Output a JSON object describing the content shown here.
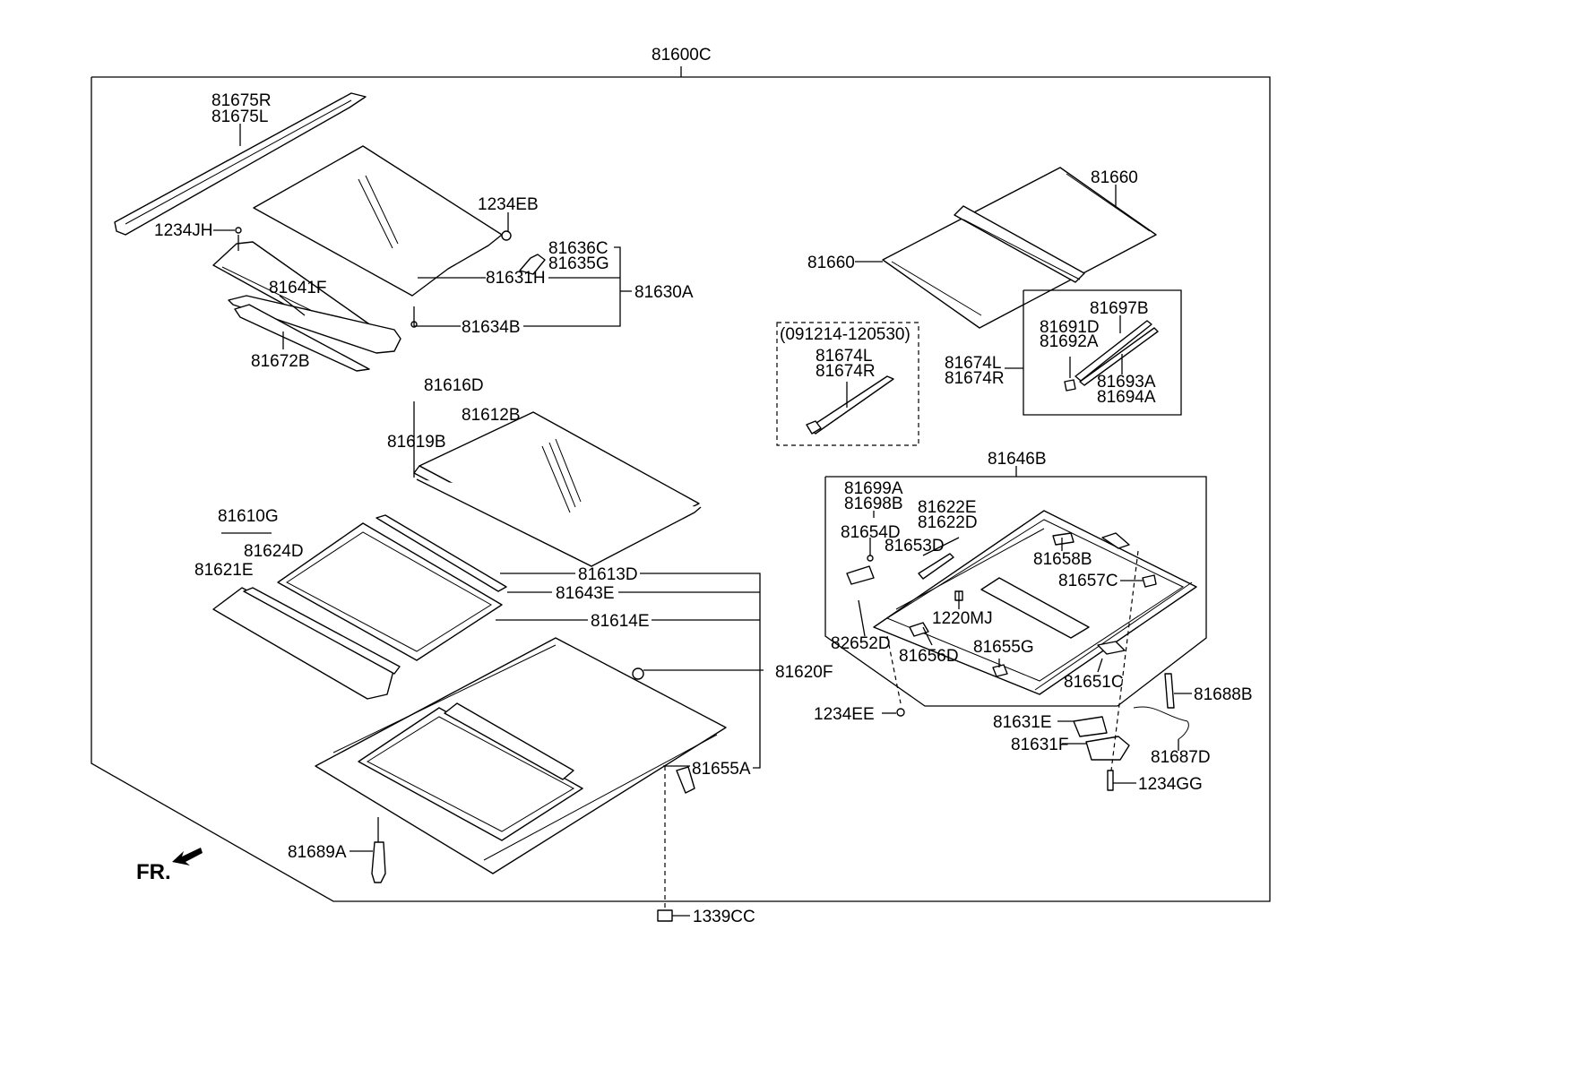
{
  "labels": {
    "p81600C": "81600C",
    "p81675R": "81675R",
    "p81675L": "81675L",
    "p1234EB": "1234EB",
    "p1234JH": "1234JH",
    "p81636C": "81636C",
    "p81635G": "81635G",
    "p81631H": "81631H",
    "p81630A": "81630A",
    "p81641F": "81641F",
    "p81634B": "81634B",
    "p81672B": "81672B",
    "p81660a": "81660",
    "p81660b": "81660",
    "date_range": "(091214-120530)",
    "p81674L_a": "81674L",
    "p81674R_a": "81674R",
    "p81697B": "81697B",
    "p81691D": "81691D",
    "p81692A": "81692A",
    "p81674L_b": "81674L",
    "p81674R_b": "81674R",
    "p81693A": "81693A",
    "p81694A": "81694A",
    "p81616D": "81616D",
    "p81612B": "81612B",
    "p81619B": "81619B",
    "p81646B": "81646B",
    "p81699A": "81699A",
    "p81698B": "81698B",
    "p81622E": "81622E",
    "p81622D": "81622D",
    "p81654D": "81654D",
    "p81653D": "81653D",
    "p81658B": "81658B",
    "p81657C": "81657C",
    "p1220MJ": "1220MJ",
    "p82652D": "82652D",
    "p81656D": "81656D",
    "p81655G": "81655G",
    "p81651C": "81651C",
    "p81610G": "81610G",
    "p81624D": "81624D",
    "p81621E": "81621E",
    "p81613D": "81613D",
    "p81643E": "81643E",
    "p81614E": "81614E",
    "p81620F": "81620F",
    "p81655A": "81655A",
    "p81688B": "81688B",
    "p1234EE": "1234EE",
    "p81631E": "81631E",
    "p81631F": "81631F",
    "p81687D": "81687D",
    "p1234GG": "1234GG",
    "p81689A": "81689A",
    "p1339CC": "1339CC",
    "fr": "FR."
  }
}
